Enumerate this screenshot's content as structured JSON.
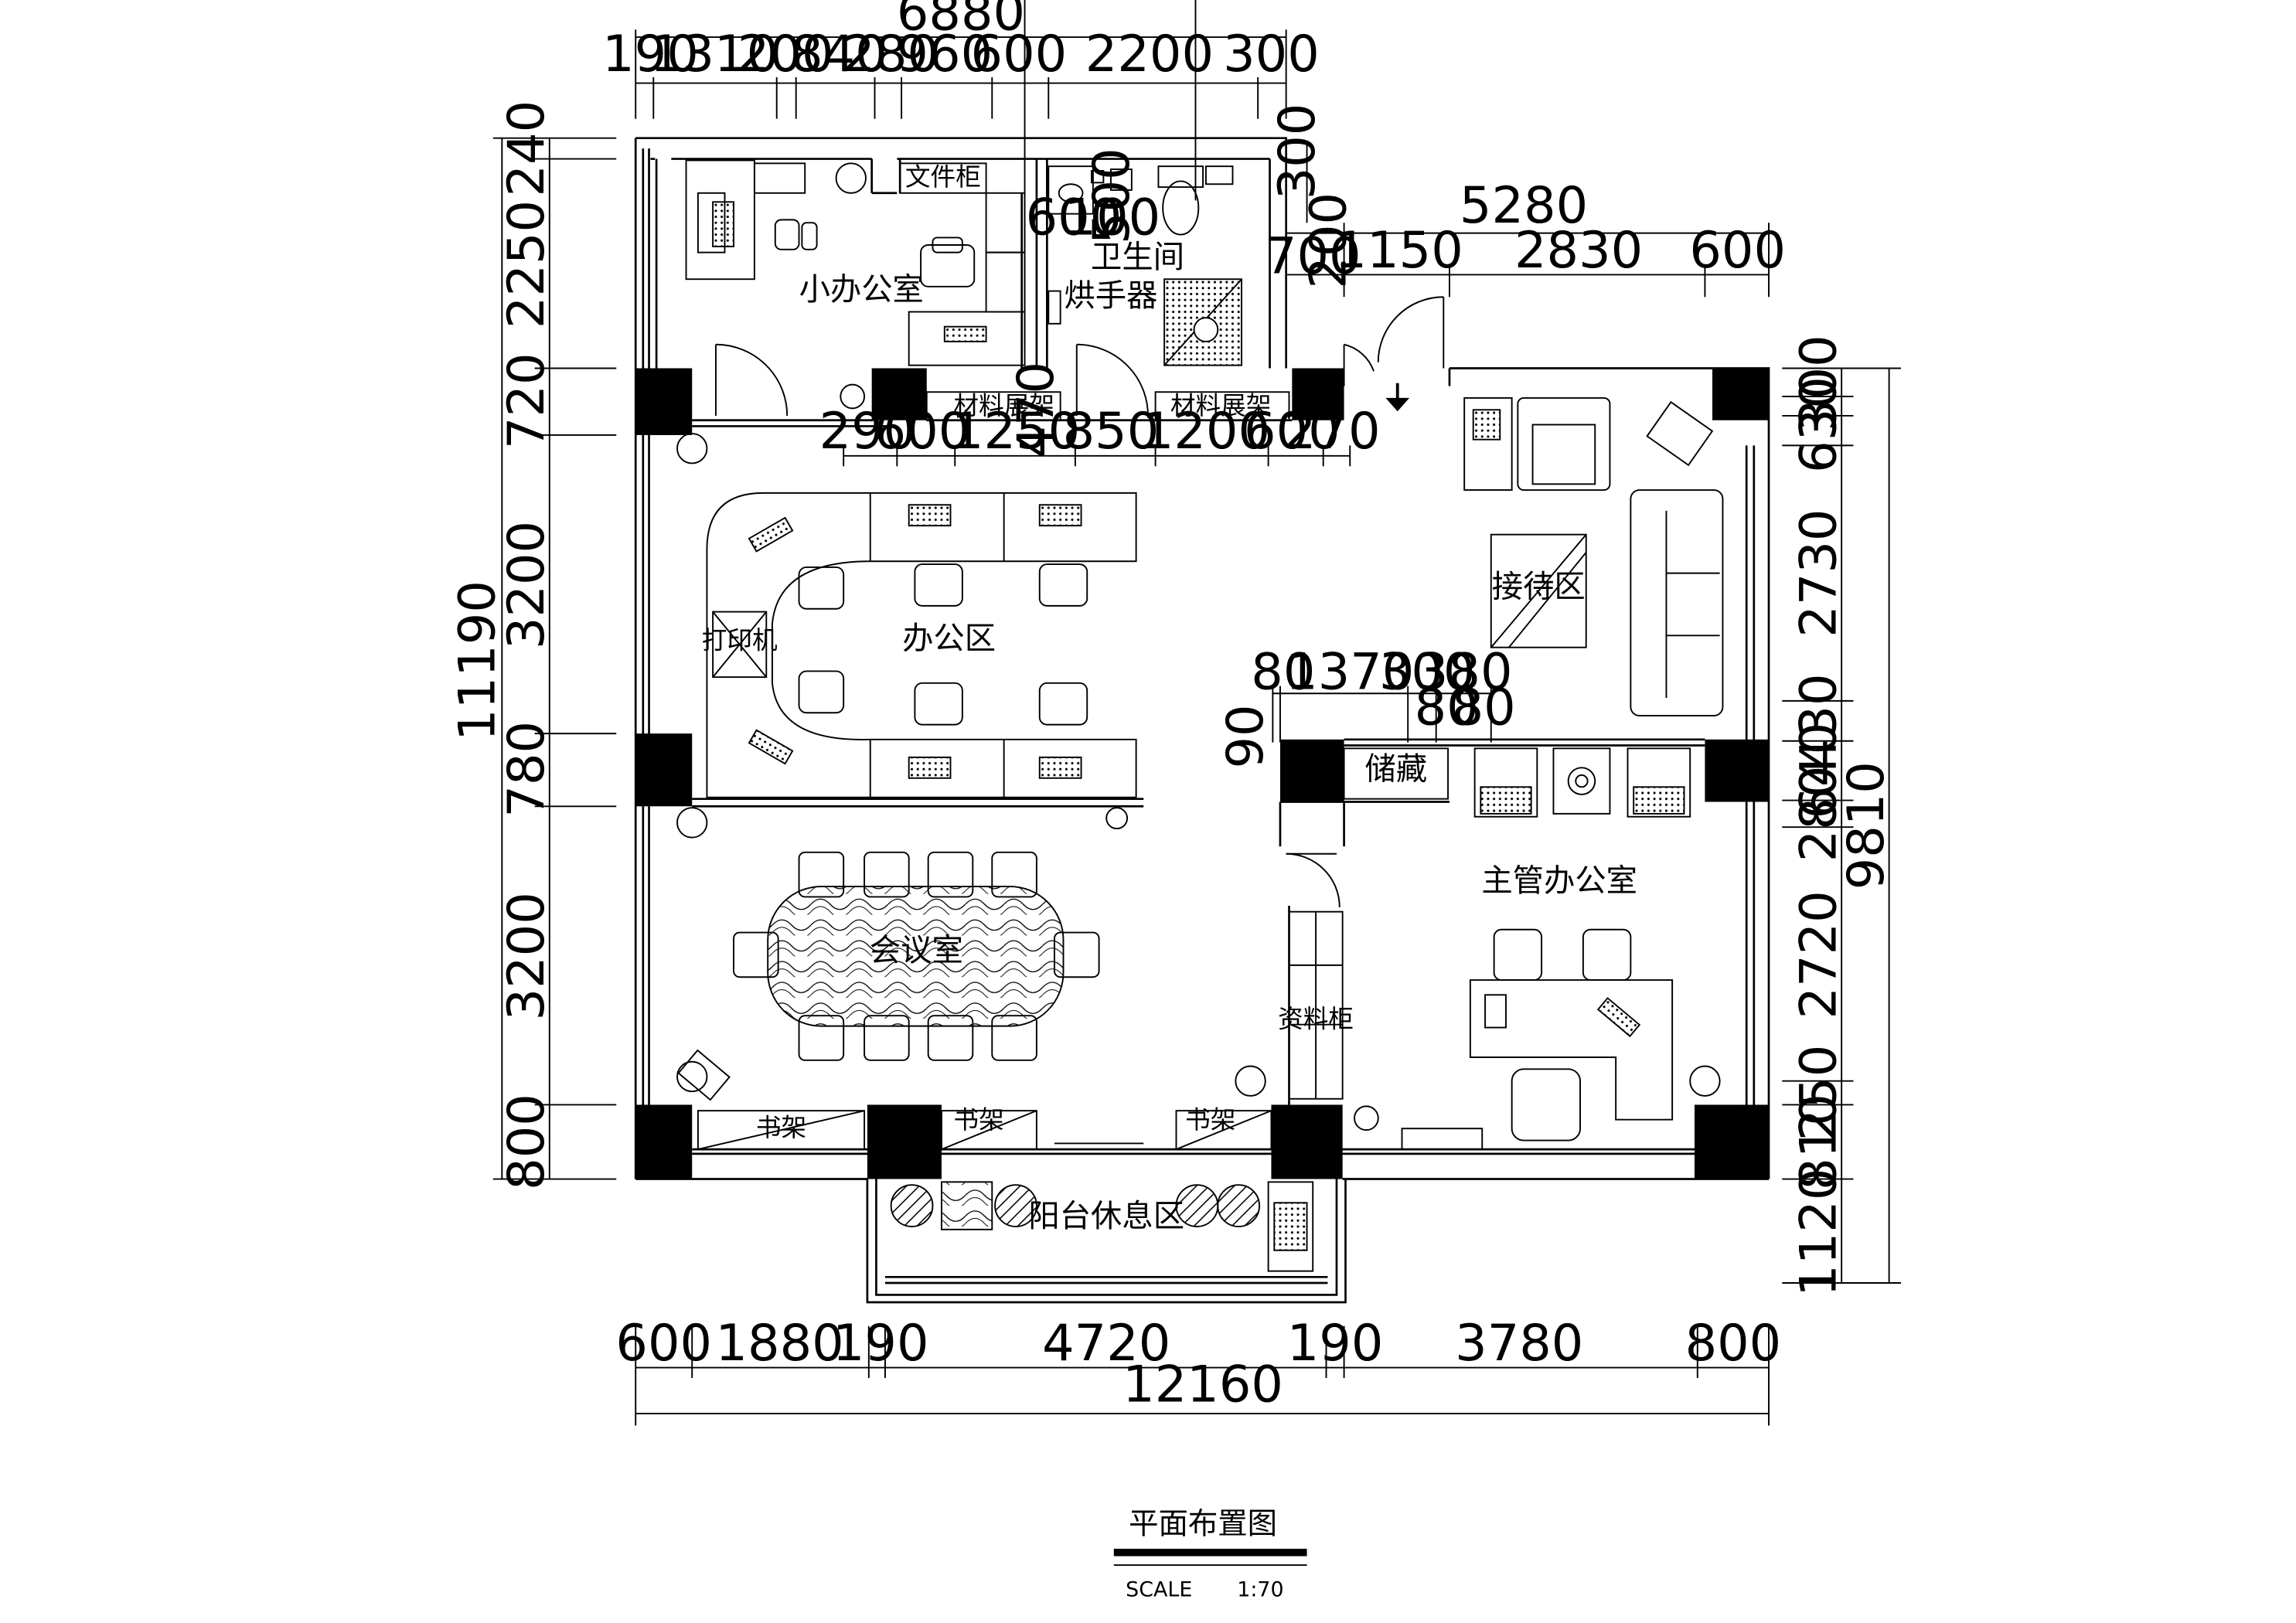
{
  "title": "平面布置图",
  "scale": {
    "label": "SCALE",
    "value": "1:70"
  },
  "dims": {
    "top_total": "6880",
    "top_parts": [
      "190",
      "1310",
      "200",
      "840",
      "280",
      "960",
      "600",
      "2200",
      "300"
    ],
    "top_right_total": "5280",
    "top_right_parts": [
      "1150",
      "2830",
      "600"
    ],
    "top_right_small": [
      "700",
      "200",
      "300"
    ],
    "mid_parts": [
      "290",
      "600",
      "1250",
      "850",
      "1200",
      "600",
      "270"
    ],
    "mid_small_vertical": "470",
    "bottom_total": "12160",
    "bottom_parts": [
      "600",
      "1880",
      "190",
      "4720",
      "190",
      "3780",
      "800"
    ],
    "left_total": "11190",
    "left_parts": [
      "240",
      "2250",
      "720",
      "3200",
      "780",
      "3200",
      "800"
    ],
    "right_total": "9810",
    "right_parts": [
      "300",
      "630",
      "2730",
      "430",
      "640",
      "280",
      "2720",
      "250",
      "810",
      "1120"
    ],
    "reception_parts": [
      "80",
      "1370",
      "300",
      "380",
      "80",
      "80"
    ],
    "storage_small": "90",
    "wc_parts": [
      "600",
      "100",
      "500"
    ]
  },
  "rooms": {
    "small_office": "小办公室",
    "wc": "卫生间",
    "hand_dryer": "烘手器",
    "file_cabinet": "文件柜",
    "material_rack_1": "材料展架",
    "material_rack_2": "材料展架",
    "office_area": "办公区",
    "printer": "打印机",
    "reception": "接待区",
    "storage": "储藏",
    "manager_office": "主管办公室",
    "meeting_room": "会议室",
    "data_cabinet": "资料柜",
    "bookshelf_1": "书架",
    "bookshelf_2": "书架",
    "bookshelf_3": "书架",
    "balcony": "阳台休息区"
  }
}
